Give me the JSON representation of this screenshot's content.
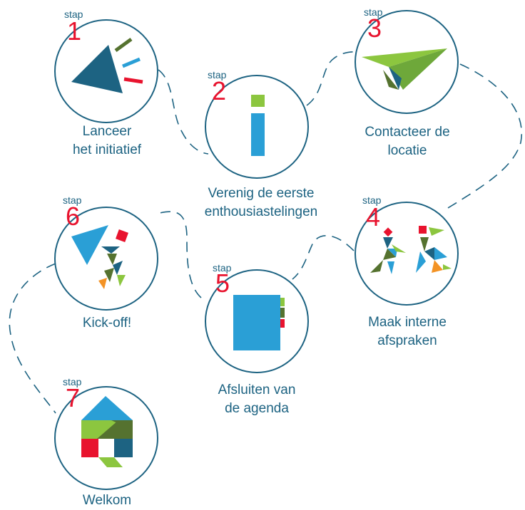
{
  "step_word": "stap",
  "colors": {
    "dark_blue": "#1d6382",
    "light_blue": "#2a9fd6",
    "green": "#8cc63f",
    "dark_green": "#55722f",
    "red": "#e8132e",
    "orange": "#f39325"
  },
  "steps": [
    {
      "number": "1",
      "line1": "Lanceer",
      "line2": "het initiatief",
      "icon": "megaphone-icon"
    },
    {
      "number": "2",
      "line1": "Verenig de eerste",
      "line2": "enthousiastelingen",
      "icon": "info-icon"
    },
    {
      "number": "3",
      "line1": "Contacteer de",
      "line2": "locatie",
      "icon": "paper-plane-icon"
    },
    {
      "number": "4",
      "line1": "Maak interne",
      "line2": "afspraken",
      "icon": "tangram-people-icon"
    },
    {
      "number": "5",
      "line1": "Afsluiten van",
      "line2": "de agenda",
      "icon": "agenda-book-icon"
    },
    {
      "number": "6",
      "line1": "Kick-off!",
      "line2": "",
      "icon": "kick-off-figure-icon"
    },
    {
      "number": "7",
      "line1": "Welkom",
      "line2": "",
      "icon": "house-icon"
    }
  ]
}
